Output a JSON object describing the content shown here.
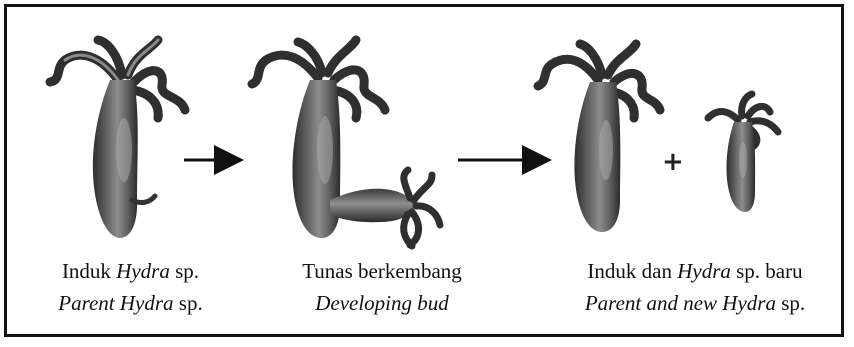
{
  "stages": [
    {
      "line1_prefix": "Induk ",
      "line1_italic": "Hydra",
      "line1_suffix": " sp.",
      "line2_italic": "Parent Hydra",
      "line2_suffix": " sp."
    },
    {
      "line1_text": "Tunas berkembang",
      "line2_italic": "Developing bud"
    },
    {
      "line1_prefix": "Induk dan ",
      "line1_italic": "Hydra",
      "line1_suffix": " sp. baru",
      "line2_italic": "Parent and new Hydra",
      "line2_suffix": " sp."
    }
  ],
  "plus_sign": "+",
  "colors": {
    "border": "#111111",
    "body_dark": "#333333",
    "body_light": "#9a9a9a",
    "arrow": "#111111"
  }
}
